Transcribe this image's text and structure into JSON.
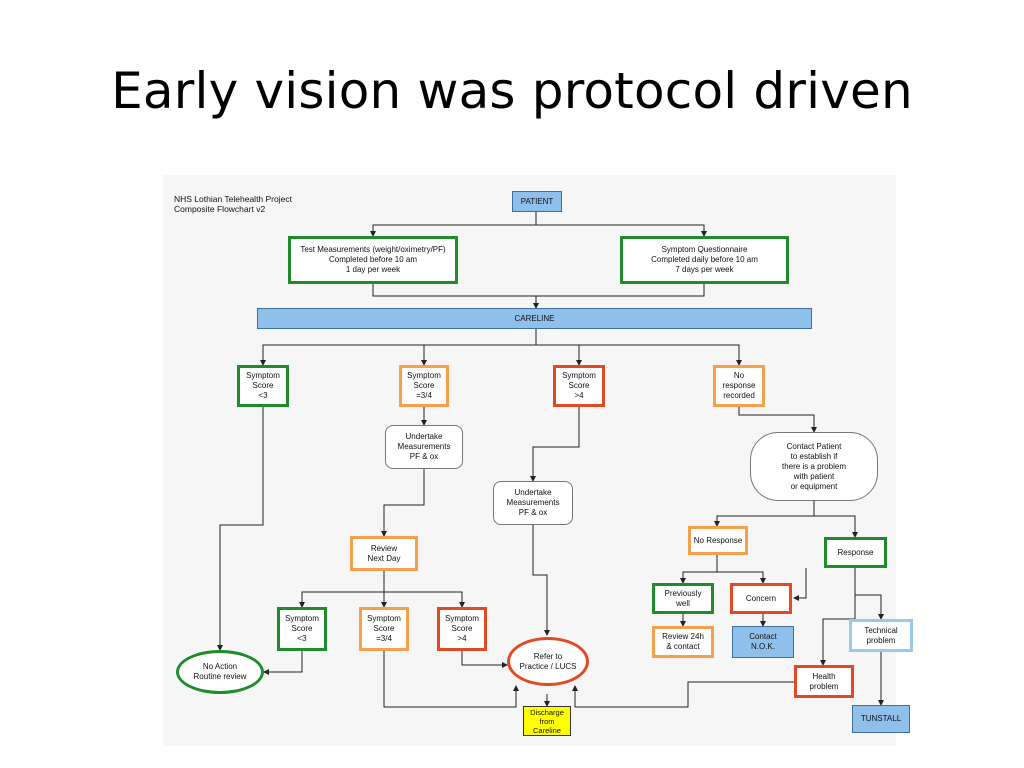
{
  "slide": {
    "title": "Early vision was protocol driven"
  },
  "chart": {
    "caption_line1": "NHS Lothian Telehealth Project",
    "caption_line2": "Composite Flowchart v2",
    "nodes": {
      "patient": "PATIENT",
      "test_measurements": "Test Measurements (weight/oximetry/PF)\nCompleted before 10 am\n1 day per week",
      "symptom_questionnaire": "Symptom Questionnaire\nCompleted daily before 10 am\n7 days per week",
      "careline": "CARELINE",
      "score_lt3": "Symptom\nScore\n<3",
      "score_34": "Symptom\nScore\n=3/4",
      "score_gt4": "Symptom\nScore\n>4",
      "no_response_recorded": "No\nresponse\nrecorded",
      "undertake_1": "Undertake\nMeasurements\nPF & ox",
      "undertake_2": "Undertake\nMeasurements\nPF & ox",
      "contact_patient": "Contact Patient\nto establish if\nthere is a problem\nwith patient\nor equipment",
      "review_next_day": "Review\nNext Day",
      "no_response": "No Response",
      "response": "Response",
      "score2_lt3": "Symptom\nScore\n<3",
      "score2_34": "Symptom\nScore\n=3/4",
      "score2_gt4": "Symptom\nScore\n>4",
      "previously_well": "Previously\nwell",
      "concern": "Concern",
      "technical_problem": "Technical\nproblem",
      "review_24h": "Review 24h\n& contact",
      "contact_nok": "Contact\nN.O.K.",
      "no_action": "No Action\nRoutine review",
      "refer_practice": "Refer to\nPractice / LUCS",
      "health_problem": "Health\nproblem",
      "discharge": "Discharge\nfrom\nCareline",
      "tunstall": "TUNSTALL"
    }
  }
}
